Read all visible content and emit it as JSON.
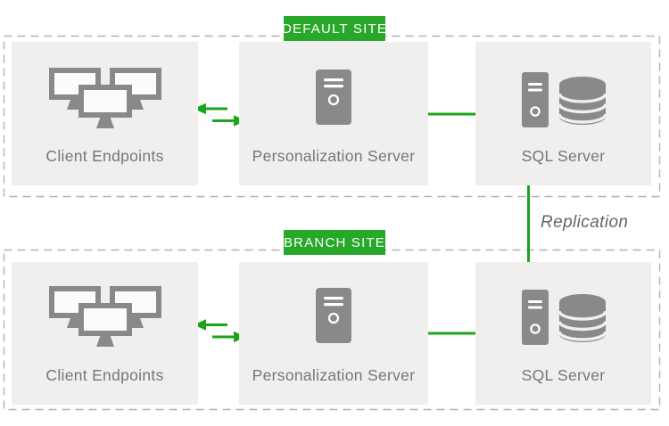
{
  "diagram": {
    "colors": {
      "green_line": "#1aa51a",
      "green_badge": "#28a828",
      "node_background": "#f0efed",
      "icon_gray": "#898989",
      "label_text": "#767676",
      "dashed_border": "#b2b2b2",
      "replication_text": "#666666"
    },
    "sites": [
      {
        "badge": "DEFAULT SITE",
        "nodes": [
          {
            "label": "Client Endpoints",
            "icon": "monitors-icon"
          },
          {
            "label": "Personalization Server",
            "icon": "tower-server-icon"
          },
          {
            "label": "SQL Server",
            "icon": "server-database-icon"
          }
        ]
      },
      {
        "badge": "BRANCH SITE",
        "nodes": [
          {
            "label": "Client Endpoints",
            "icon": "monitors-icon"
          },
          {
            "label": "Personalization Server",
            "icon": "tower-server-icon"
          },
          {
            "label": "SQL Server",
            "icon": "server-database-icon"
          }
        ]
      }
    ],
    "connections": {
      "client_to_server": "bidirectional-arrows",
      "server_to_sql": "line",
      "sql_to_sql": "replication-line"
    },
    "replication_label": "Replication"
  }
}
